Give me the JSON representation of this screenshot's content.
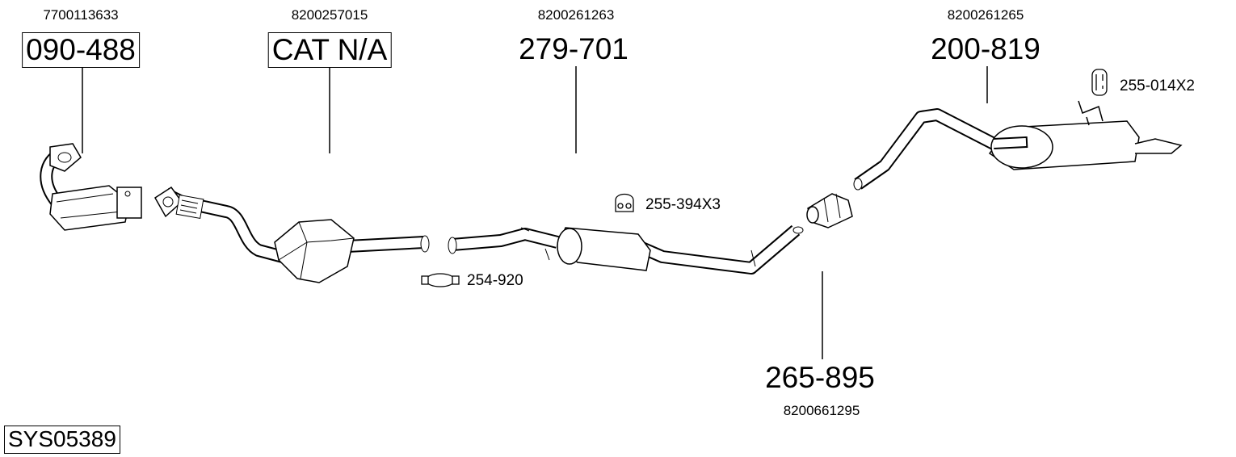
{
  "system_code": "SYS05389",
  "parts": [
    {
      "oe_number": "7700113633",
      "part_number": "090-488",
      "boxed": true,
      "item": "front-pipe-catalyst"
    },
    {
      "oe_number": "8200257015",
      "part_number": "CAT N/A",
      "boxed": true,
      "item": "catalytic-converter"
    },
    {
      "oe_number": "8200261263",
      "part_number": "279-701",
      "boxed": false,
      "item": "middle-silencer"
    },
    {
      "oe_number": "8200261265",
      "part_number": "200-819",
      "boxed": false,
      "item": "rear-silencer"
    },
    {
      "oe_number": "8200661295",
      "part_number": "265-895",
      "boxed": false,
      "item": "connector-clamp"
    }
  ],
  "accessories": [
    {
      "part_number": "255-014X2",
      "icon": "rubber-hanger-icon"
    },
    {
      "part_number": "255-394X3",
      "icon": "rubber-mount-icon"
    },
    {
      "part_number": "254-920",
      "icon": "pipe-clamp-icon"
    }
  ]
}
